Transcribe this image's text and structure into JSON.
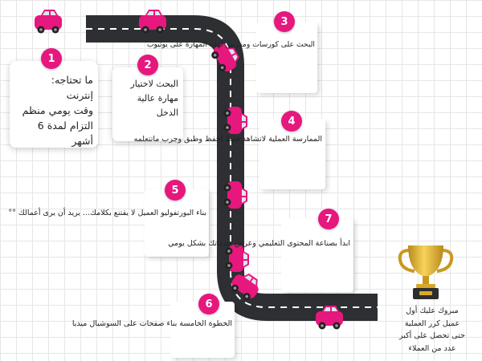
{
  "colors": {
    "accent": "#e6177d",
    "road": "#2d2f33",
    "lane": "#ffffff",
    "car": "#e6177d"
  },
  "steps": [
    {
      "number": "1",
      "text": "ما تحتاجه:\nإنترنت\nوقت يومي منظم\nالتزام لمدة 6 أشهر"
    },
    {
      "number": "2",
      "text": "البحث لاختيار\nمهارة عالية\nالدخل"
    },
    {
      "number": "3",
      "text": "البحث على كورسات\nومدربين لهذه\nالمهارة على يوتيوب"
    },
    {
      "number": "4",
      "text": "الممارسة العملية\nلاتشاهد فقط احفظ\nوطبق وجرب\nماتتعلمه"
    },
    {
      "number": "5",
      "text": "بناء  البورتفوليو\nالعميل لا يقتنع\nبكلامك... يريد أن\nيرى أعمالك °°"
    },
    {
      "number": "6",
      "text": "الخطوة الخامسة\nبناء صفحات على\nالسوشيال ميديا"
    },
    {
      "number": "7",
      "text": "ابدأ بصناعة المحتوى\nالتعليمي وعرض\nخدماتك بشكل\nيومي"
    }
  ],
  "final": {
    "text": "مبروك عليك أول\nعميل كرر العملية\nحتى تحصل على أكبر\nعدد من العملاء",
    "icon": "trophy-icon"
  }
}
